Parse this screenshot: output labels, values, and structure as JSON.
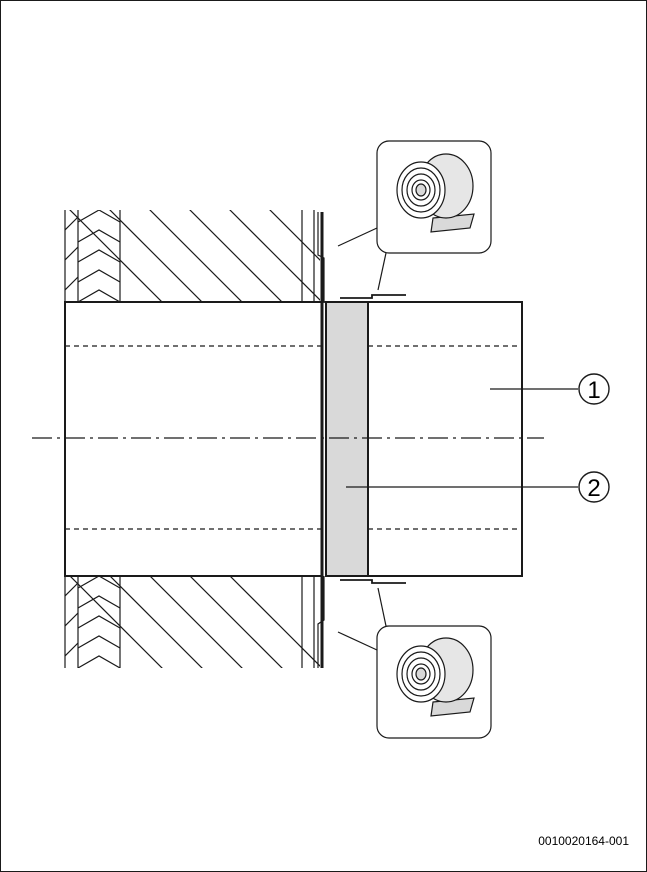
{
  "document_code": "0010020164-001",
  "callouts": [
    {
      "label": "1",
      "meaning": "pipe"
    },
    {
      "label": "2",
      "meaning": "seal band"
    }
  ],
  "icons": {
    "tape_top": "tape-roll-icon",
    "tape_bottom": "tape-roll-icon"
  },
  "colors": {
    "line": "#1a1a1a",
    "seal_fill": "#d9d9d9",
    "inset_fill": "#e6e6e6"
  }
}
